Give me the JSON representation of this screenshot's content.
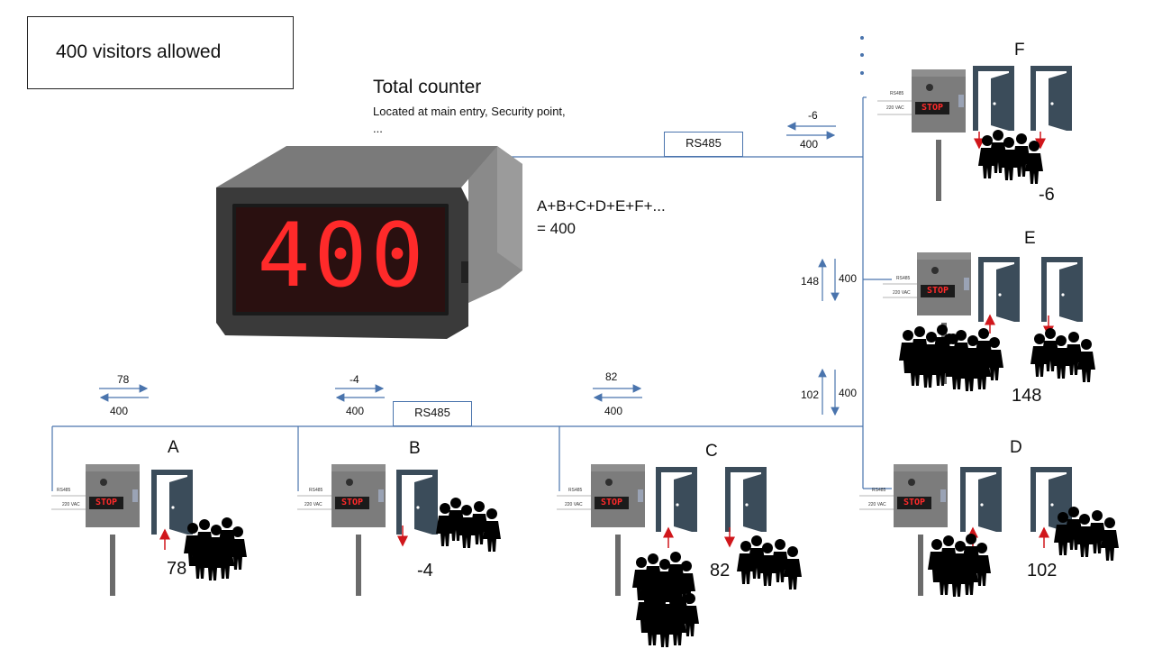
{
  "allowed_text": "400 visitors allowed",
  "total_counter": {
    "title": "Total counter",
    "subtitle": "Located at main entry, Security point, ...",
    "display_value": "400",
    "sum_line1": "A+B+C+D+E+F+...",
    "sum_line2": "= 400"
  },
  "bus_label": "RS485",
  "unit_port_labels": {
    "rs485": "RS485",
    "power": "220 VAC"
  },
  "unit_display": "STOP",
  "colors": {
    "bus_line": "#4a74ad",
    "arrow_red": "#d0161b",
    "display_red": "#ff2a2a",
    "door": "#3b4c5a"
  },
  "units": [
    {
      "id": "A",
      "letter": "A",
      "count": "78",
      "to_total": "78",
      "from_total": "400"
    },
    {
      "id": "B",
      "letter": "B",
      "count": "-4",
      "to_total": "-4",
      "from_total": "400"
    },
    {
      "id": "C",
      "letter": "C",
      "count": "82",
      "to_total": "82",
      "from_total": "400"
    },
    {
      "id": "D",
      "letter": "D",
      "count": "102",
      "to_total": "102",
      "from_total": "400"
    },
    {
      "id": "E",
      "letter": "E",
      "count": "148",
      "to_total": "148",
      "from_total": "400"
    },
    {
      "id": "F",
      "letter": "F",
      "count": "-6",
      "to_total": "-6",
      "from_total": "400"
    }
  ]
}
